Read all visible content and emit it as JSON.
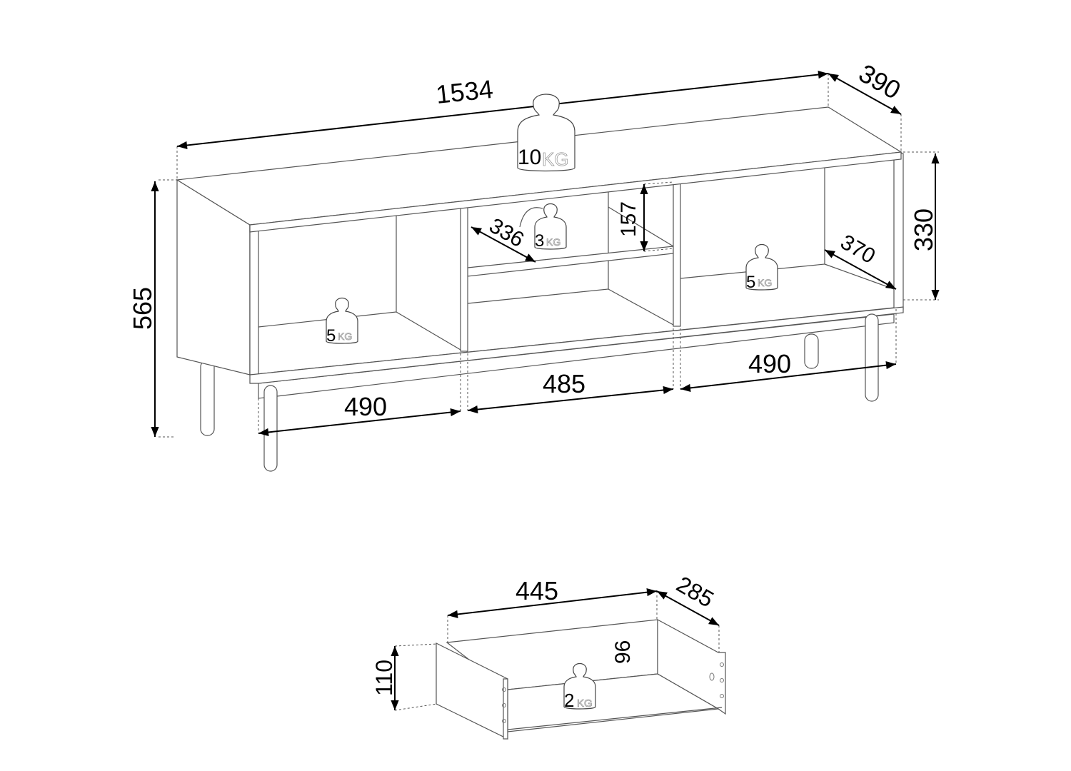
{
  "dimensions": {
    "width": "1534",
    "depth": "390",
    "height": "565",
    "inner_height": "330",
    "shelf_gap": "157",
    "shelf_depth": "336",
    "compartment_depth": "370",
    "left_width": "490",
    "center_width": "485",
    "right_width": "490"
  },
  "drawer": {
    "width": "445",
    "depth": "285",
    "height": "110",
    "inner_height": "96"
  },
  "weights": [
    {
      "value": "10",
      "unit": "KG"
    },
    {
      "value": "3",
      "unit": "KG"
    },
    {
      "value": "5",
      "unit": "KG"
    },
    {
      "value": "5",
      "unit": "KG"
    },
    {
      "value": "2",
      "unit": "KG"
    }
  ]
}
